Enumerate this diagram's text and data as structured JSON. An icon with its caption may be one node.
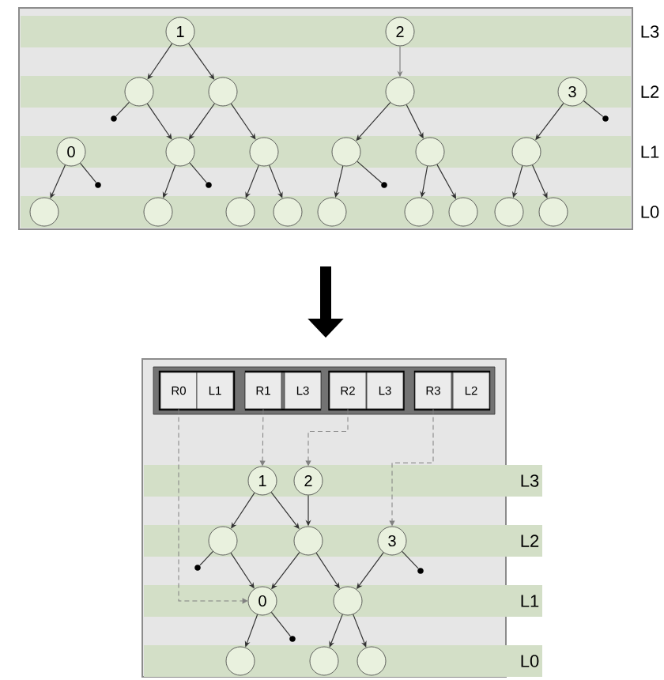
{
  "diagram": {
    "nodes": [
      {
        "text": [],
        "shape": "box"
      },
      {
        "text": [
          "1"
        ],
        "in": 0
      },
      {
        "text": [
          "2"
        ],
        "in": 0
      },
      {
        "text": [],
        "shape": "circle",
        "in": 0
      },
      {
        "text": [],
        "shape": "circle",
        "in": 0
      },
      {
        "text": [],
        "shape": "circle",
        "in": 0
      },
      {
        "text": [
          "3"
        ],
        "in": 0
      },
      {
        "text": [],
        "shape": "dot",
        "in": 0
      },
      {
        "text": [],
        "shape": "dot",
        "in": 0
      },
      {
        "text": [
          "0"
        ],
        "in": 0
      },
      {
        "text": [],
        "shape": "circle",
        "in": 0
      },
      {
        "text": [],
        "shape": "circle",
        "in": 0
      },
      {
        "text": [],
        "shape": "circle",
        "in": 0
      },
      {
        "text": [],
        "shape": "circle",
        "in": 0
      },
      {
        "text": [],
        "shape": "circle",
        "in": 0
      },
      {
        "text": [],
        "shape": "dot",
        "in": 0
      },
      {
        "text": [],
        "shape": "dot",
        "in": 0
      },
      {
        "text": [],
        "shape": "dot",
        "in": 0
      },
      {
        "text": [],
        "shape": "circle",
        "in": 0
      },
      {
        "text": [],
        "shape": "circle",
        "in": 0
      },
      {
        "text": [],
        "shape": "circle",
        "in": 0
      },
      {
        "text": [],
        "shape": "circle",
        "in": 0
      },
      {
        "text": [],
        "shape": "circle",
        "in": 0
      },
      {
        "text": [],
        "shape": "circle",
        "in": 0
      },
      {
        "text": [],
        "shape": "circle",
        "in": 0
      },
      {
        "text": [],
        "shape": "circle",
        "in": 0
      },
      {
        "text": [],
        "shape": "circle",
        "in": 0
      },
      {
        "text": [],
        "shape": "box"
      },
      {
        "text": [],
        "shape": "box",
        "in": 27
      },
      {
        "text": [
          "R0"
        ],
        "in": 28
      },
      {
        "text": [
          "L1"
        ],
        "in": 28
      },
      {
        "text": [
          "R1"
        ],
        "in": 28
      },
      {
        "text": [
          "L3"
        ],
        "in": 28
      },
      {
        "text": [
          "R2"
        ],
        "in": 28
      },
      {
        "text": [
          "L3"
        ],
        "in": 28
      },
      {
        "text": [
          "R3"
        ],
        "in": 28
      },
      {
        "text": [
          "L2"
        ],
        "in": 28
      },
      {
        "text": [
          "1"
        ],
        "in": 27
      },
      {
        "text": [
          "2"
        ],
        "in": 27
      },
      {
        "text": [],
        "shape": "circle",
        "in": 27
      },
      {
        "text": [],
        "shape": "circle",
        "in": 27
      },
      {
        "text": [
          "3"
        ],
        "in": 27
      },
      {
        "text": [],
        "shape": "dot",
        "in": 27
      },
      {
        "text": [],
        "shape": "dot",
        "in": 27
      },
      {
        "text": [
          "0"
        ],
        "in": 27
      },
      {
        "text": [],
        "shape": "circle",
        "in": 27
      },
      {
        "text": [],
        "shape": "dot",
        "in": 27
      },
      {
        "text": [],
        "shape": "circle",
        "in": 27
      },
      {
        "text": [],
        "shape": "circle",
        "in": 27
      },
      {
        "text": [],
        "shape": "circle",
        "in": 27
      }
    ],
    "edges": [
      {
        "from": 1,
        "to": 3,
        "arrow": "to"
      },
      {
        "from": 1,
        "to": 4,
        "arrow": "to"
      },
      {
        "from": 3,
        "to": 10,
        "arrow": "to"
      },
      {
        "from": 3,
        "to": 7,
        "arrow": "none"
      },
      {
        "from": 4,
        "to": 10,
        "arrow": "to"
      },
      {
        "from": 4,
        "to": 11,
        "arrow": "to"
      },
      {
        "from": 2,
        "to": 5,
        "arrow": "to",
        "color": "#808080"
      },
      {
        "from": 5,
        "to": 12,
        "arrow": "to"
      },
      {
        "from": 5,
        "to": 13,
        "arrow": "to"
      },
      {
        "from": 6,
        "to": 14,
        "arrow": "to"
      },
      {
        "from": 6,
        "to": 8,
        "arrow": "none"
      },
      {
        "from": 9,
        "to": 18,
        "arrow": "to"
      },
      {
        "from": 9,
        "to": 15,
        "arrow": "none"
      },
      {
        "from": 10,
        "to": 19,
        "arrow": "to"
      },
      {
        "from": 10,
        "to": 16,
        "arrow": "none"
      },
      {
        "from": 11,
        "to": 20,
        "arrow": "to"
      },
      {
        "from": 11,
        "to": 21,
        "arrow": "to"
      },
      {
        "from": 12,
        "to": 22,
        "arrow": "to"
      },
      {
        "from": 12,
        "to": 17,
        "arrow": "none"
      },
      {
        "from": 13,
        "to": 23,
        "arrow": "to"
      },
      {
        "from": 13,
        "to": 24,
        "arrow": "to"
      },
      {
        "from": 14,
        "to": 25,
        "arrow": "to"
      },
      {
        "from": 14,
        "to": 26,
        "arrow": "to"
      },
      {
        "from": 0,
        "to": 27,
        "arrow": "to",
        "style": "thick",
        "color": "#000000"
      },
      {
        "from": 37,
        "to": 39,
        "arrow": "to"
      },
      {
        "from": 37,
        "to": 40,
        "arrow": "to"
      },
      {
        "from": 38,
        "to": 40,
        "arrow": "to"
      },
      {
        "from": 39,
        "to": 44,
        "arrow": "to"
      },
      {
        "from": 39,
        "to": 42,
        "arrow": "none"
      },
      {
        "from": 40,
        "to": 44,
        "arrow": "to"
      },
      {
        "from": 40,
        "to": 45,
        "arrow": "to"
      },
      {
        "from": 41,
        "to": 45,
        "arrow": "to"
      },
      {
        "from": 41,
        "to": 43,
        "arrow": "none"
      },
      {
        "from": 44,
        "to": 47,
        "arrow": "to"
      },
      {
        "from": 44,
        "to": 46,
        "arrow": "none"
      },
      {
        "from": 45,
        "to": 48,
        "arrow": "to"
      },
      {
        "from": 45,
        "to": 49,
        "arrow": "to"
      },
      {
        "from": 29,
        "to": 44,
        "arrow": "to",
        "style": "dashed",
        "color": "#808080"
      },
      {
        "from": 31,
        "to": 37,
        "arrow": "to",
        "style": "dashed",
        "color": "#808080"
      },
      {
        "from": 33,
        "to": 38,
        "arrow": "to",
        "style": "dashed",
        "color": "#808080"
      },
      {
        "from": 35,
        "to": 41,
        "arrow": "to",
        "style": "dashed",
        "color": "#808080"
      }
    ],
    "labels": [
      "L3",
      "L2",
      "L1",
      "L0",
      "L3",
      "L2",
      "L1",
      "L0"
    ]
  }
}
